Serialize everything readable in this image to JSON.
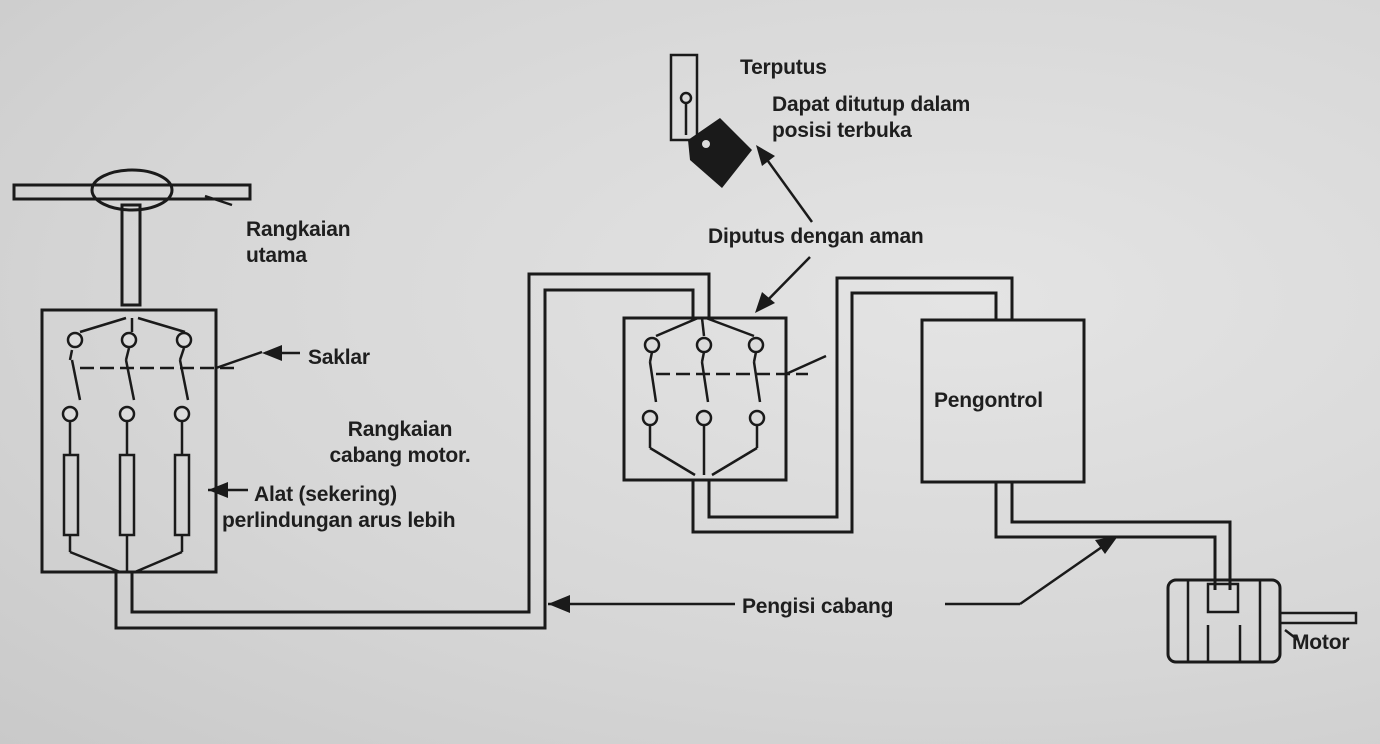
{
  "labels": {
    "main_circuit_line1": "Rangkaian",
    "main_circuit_line2": "utama",
    "switch": "Saklar",
    "branch_line1": "Rangkaian",
    "branch_line2": "cabang motor.",
    "protection_line1": "Alat (sekering)",
    "protection_line2": "perlindungan arus lebih",
    "disconnected": "Terputus",
    "lockable_line1": "Dapat ditutup dalam",
    "lockable_line2": "posisi terbuka",
    "safe_disconnect": "Diputus dengan aman",
    "controller": "Pengontrol",
    "branch_feeder": "Pengisi cabang",
    "motor": "Motor"
  }
}
